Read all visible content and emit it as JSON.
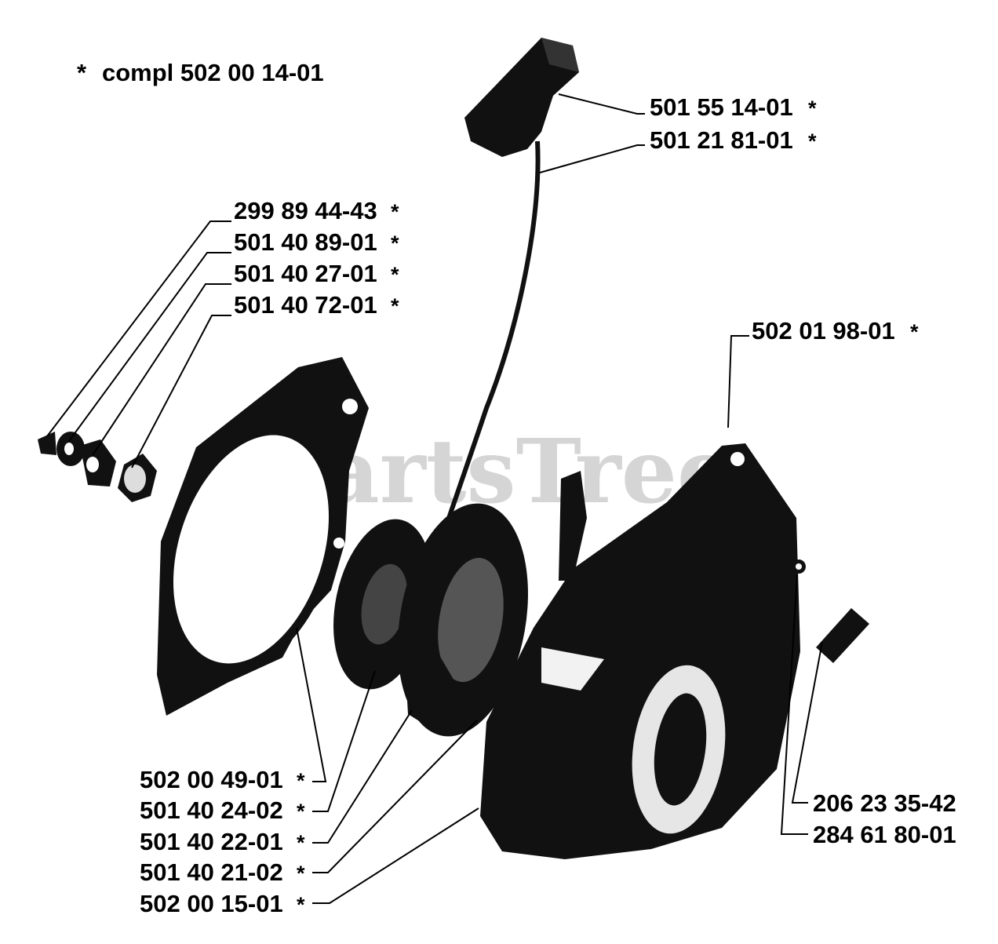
{
  "assembly_label": {
    "marker": "*",
    "text": "compl 502 00 14-01"
  },
  "watermark": "PartsTree",
  "colors": {
    "ink": "#000000",
    "watermark": "#c8c8c8",
    "background": "#ffffff"
  },
  "parts": [
    {
      "id": "p1",
      "number": "501 55 14-01",
      "marker": "*"
    },
    {
      "id": "p2",
      "number": "501 21 81-01",
      "marker": "*"
    },
    {
      "id": "p3",
      "number": "299 89 44-43",
      "marker": "*"
    },
    {
      "id": "p4",
      "number": "501 40 89-01",
      "marker": "*"
    },
    {
      "id": "p5",
      "number": "501 40 27-01",
      "marker": "*"
    },
    {
      "id": "p6",
      "number": "501 40 72-01",
      "marker": "*"
    },
    {
      "id": "p7",
      "number": "502 01 98-01",
      "marker": "*"
    },
    {
      "id": "p8",
      "number": "502 00 49-01",
      "marker": "*"
    },
    {
      "id": "p9",
      "number": "501 40 24-02",
      "marker": "*"
    },
    {
      "id": "p10",
      "number": "501 40 22-01",
      "marker": "*"
    },
    {
      "id": "p11",
      "number": "501 40 21-02",
      "marker": "*"
    },
    {
      "id": "p12",
      "number": "502 00 15-01",
      "marker": "*"
    },
    {
      "id": "p13",
      "number": "206 23 35-42",
      "marker": ""
    },
    {
      "id": "p14",
      "number": "284 61 80-01",
      "marker": ""
    }
  ]
}
